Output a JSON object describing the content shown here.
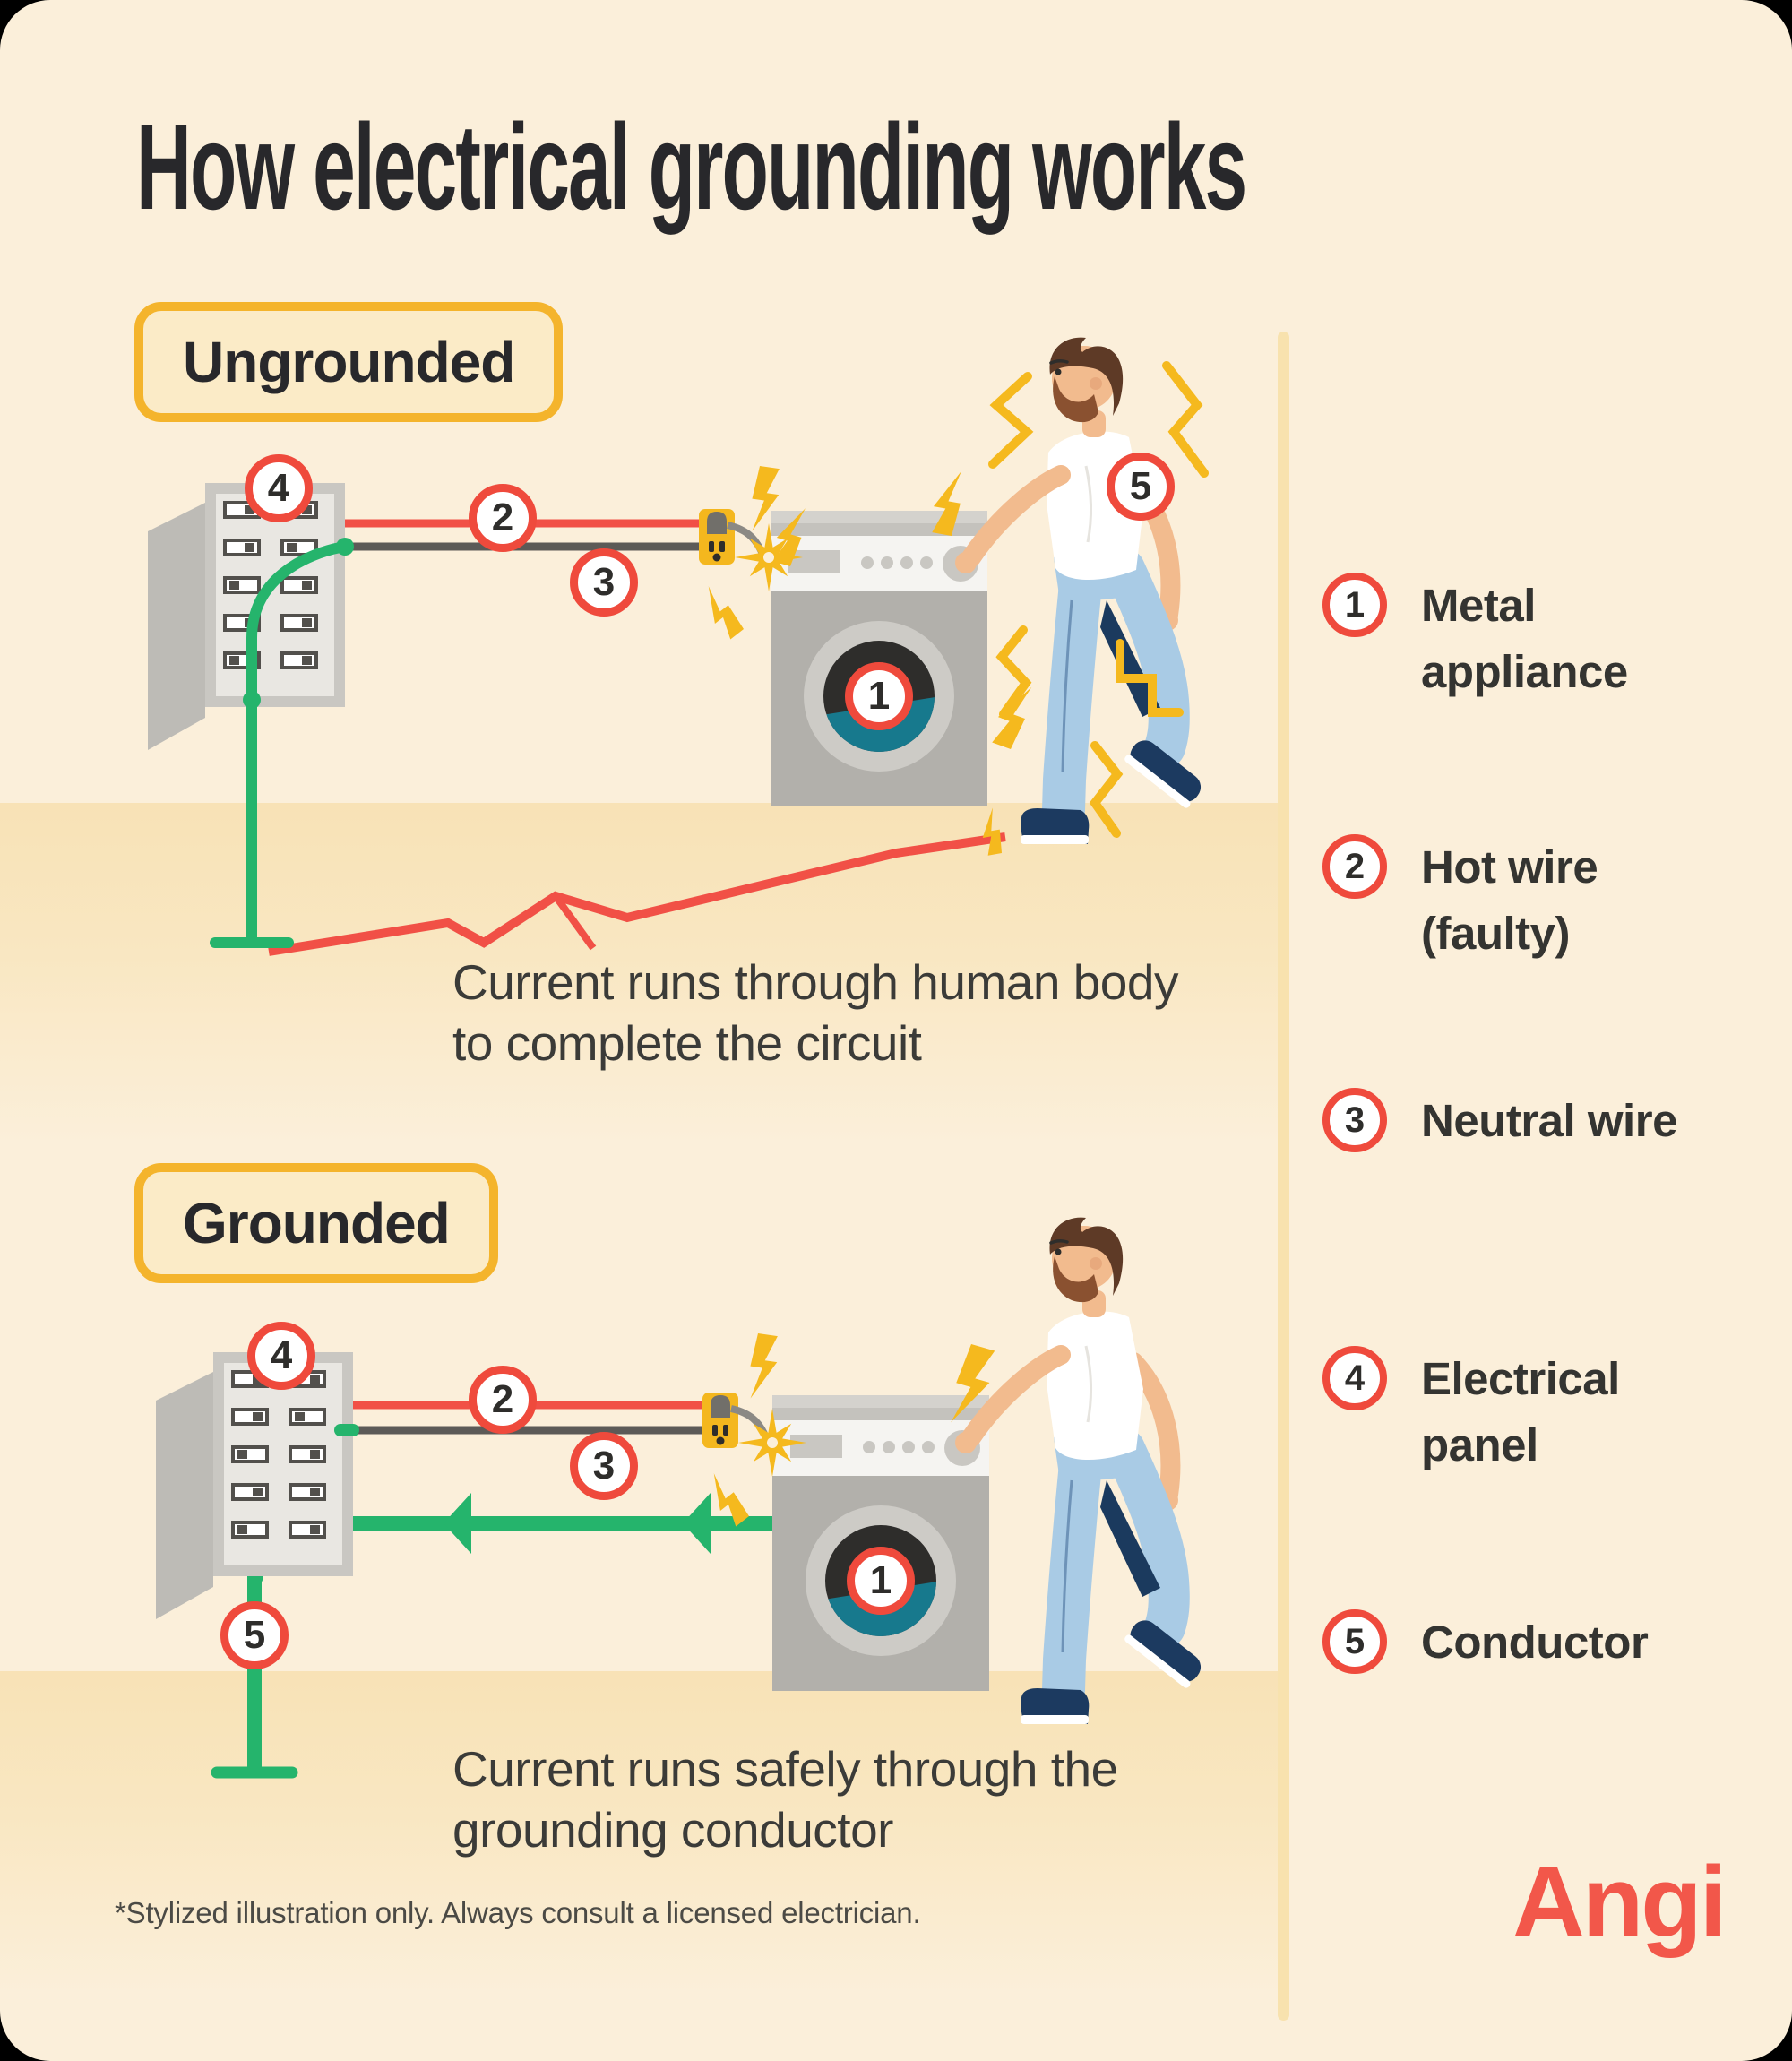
{
  "title": "How electrical grounding works",
  "sections": {
    "ungrounded": {
      "label": "Ungrounded",
      "caption_line1": "Current runs through human body",
      "caption_line2": "to complete the circuit"
    },
    "grounded": {
      "label": "Grounded",
      "caption_line1": "Current runs safely through the",
      "caption_line2": "grounding conductor"
    }
  },
  "legend": {
    "items": [
      {
        "num": "1",
        "label": "Metal appliance"
      },
      {
        "num": "2",
        "label": "Hot wire (faulty)"
      },
      {
        "num": "3",
        "label": "Neutral wire"
      },
      {
        "num": "4",
        "label": "Electrical panel"
      },
      {
        "num": "5",
        "label": "Conductor"
      }
    ]
  },
  "footer": {
    "disclaimer": "*Stylized illustration only. Always consult a licensed electrician.",
    "brand": "Angi"
  },
  "colors": {
    "background": "#FBEFDA",
    "floor_band": "#F8E2B6",
    "highlight_border": "#F4B42C",
    "highlight_fill": "#FBEBC7",
    "badge_border": "#EF4A3C",
    "hot_wire": "#F15046",
    "neutral_wire": "#5C5A57",
    "ground_wire": "#25B46C",
    "bolt_yellow": "#F5B91E",
    "brand_red": "#F2574A",
    "text_dark": "#28282B"
  }
}
